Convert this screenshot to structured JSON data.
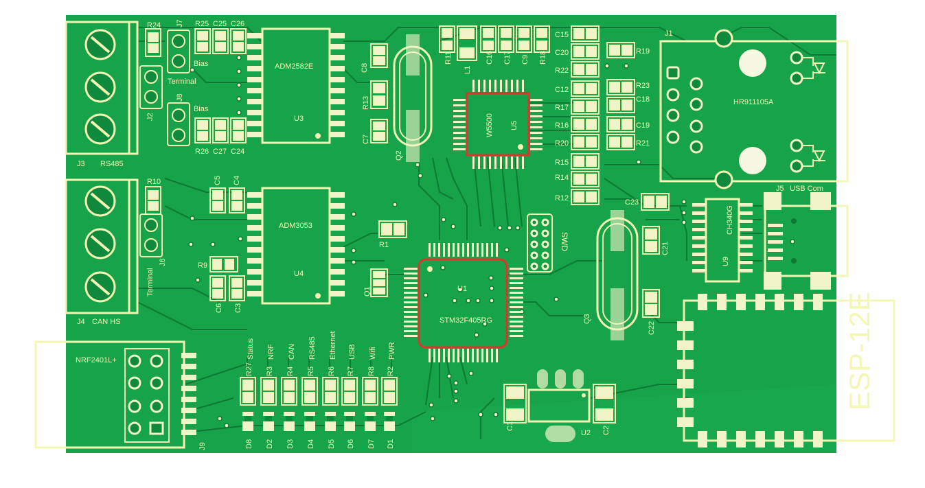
{
  "board": {
    "colors": {
      "pcb": "#16a34a",
      "pcb_dark": "#0f8a3c",
      "silk": "#f4f7b4",
      "pad": "#f1f3c9",
      "trace": "#0c7a34",
      "highlight": "#e0332b"
    }
  },
  "connectors": {
    "j3": {
      "ref": "J3",
      "name": "RS485"
    },
    "j4": {
      "ref": "J4",
      "name": "CAN HS"
    },
    "j9": {
      "ref": "J9",
      "name": "NRF2401L+"
    },
    "j1": {
      "ref": "J1",
      "name": "HR911105A"
    },
    "j5": {
      "ref": "J5",
      "name": "USB Com"
    },
    "j2": {
      "ref": "J2"
    },
    "j6": {
      "ref": "J6"
    },
    "j7": {
      "ref": "J7"
    },
    "j8": {
      "ref": "J8"
    },
    "swd": {
      "ref": "SWD"
    },
    "esp": {
      "name": "ESP-12E"
    }
  },
  "labels": {
    "terminal_top": "Terminal",
    "terminal_bottom": "Terminal",
    "bias_top": "Bias",
    "bias_bottom": "Bias"
  },
  "chips": {
    "u1": {
      "ref": "U1",
      "name": "STM32F405RG"
    },
    "u3": {
      "ref": "U3",
      "name": "ADM2582E"
    },
    "u4": {
      "ref": "U4",
      "name": "ADM3053"
    },
    "u5": {
      "ref": "U5",
      "name": "W5500"
    },
    "u9": {
      "ref": "U9",
      "name": "CH340G"
    },
    "u2": {
      "ref": "U2"
    },
    "q1": {
      "ref": "Q1"
    },
    "q2": {
      "ref": "Q2"
    },
    "q3": {
      "ref": "Q3"
    },
    "l1": {
      "ref": "L1"
    }
  },
  "refs": {
    "r24": "R24",
    "r25": "R25",
    "c25": "C25",
    "c26": "C26",
    "r26": "R26",
    "c27": "C27",
    "c24": "C24",
    "r10": "R10",
    "c5": "C5",
    "c4": "C4",
    "r9": "R9",
    "c6": "C6",
    "c3": "C3",
    "c8": "C8",
    "r13": "R13",
    "c7": "C7",
    "r1": "R1",
    "r11": "R11",
    "c16": "C16",
    "c17": "C17",
    "c9": "C9",
    "r18": "R18",
    "c15": "C15",
    "c20": "C20",
    "r22": "R22",
    "c12": "C12",
    "r17": "R17",
    "r16": "R16",
    "r20": "R20",
    "r15": "R15",
    "r14": "R14",
    "r12": "R12",
    "r19": "R19",
    "r23": "R23",
    "c18": "C18",
    "c19": "C19",
    "r21": "R21",
    "c23": "C23",
    "c21": "C21",
    "c22": "C22",
    "c1": "C1",
    "c2": "C2"
  },
  "leds": [
    {
      "label": "Status",
      "res": "R27",
      "led": "D8"
    },
    {
      "label": "NRF",
      "res": "R3",
      "led": "D2"
    },
    {
      "label": "CAN",
      "res": "R4",
      "led": "D3"
    },
    {
      "label": "RS485",
      "res": "R5",
      "led": "D4"
    },
    {
      "label": "Ethernet",
      "res": "R6",
      "led": "D5"
    },
    {
      "label": "USB",
      "res": "R7",
      "led": "D6"
    },
    {
      "label": "Wifi",
      "res": "R8",
      "led": "D7"
    },
    {
      "label": "PWR",
      "res": "R2",
      "led": "D1"
    }
  ]
}
